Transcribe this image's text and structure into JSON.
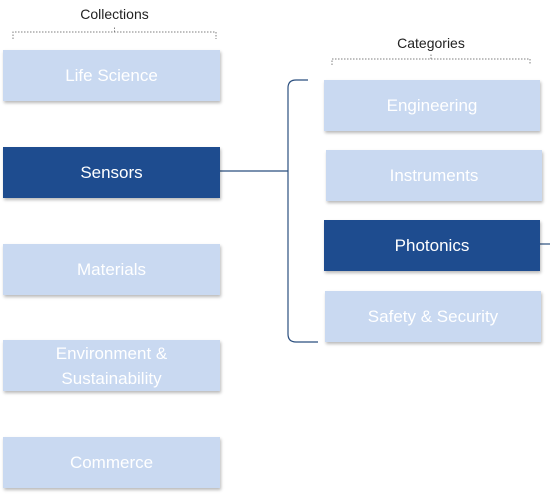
{
  "collections": {
    "heading": "Collections",
    "items": [
      {
        "label": "Life Science",
        "selected": false
      },
      {
        "label": "Sensors",
        "selected": true
      },
      {
        "label": "Materials",
        "selected": false
      },
      {
        "label": "Environment & Sustainability",
        "selected": false
      },
      {
        "label": "Commerce",
        "selected": false
      }
    ]
  },
  "categories": {
    "heading": "Categories",
    "items": [
      {
        "label": "Engineering",
        "selected": false
      },
      {
        "label": "Instruments",
        "selected": false
      },
      {
        "label": "Photonics",
        "selected": true
      },
      {
        "label": "Safety & Security",
        "selected": false
      }
    ]
  },
  "colors": {
    "selected_fill": "#1e4c8f",
    "unselected_fill": "#c9d9f1",
    "label_text": "#ffffff",
    "connector": "#2b4f7f",
    "bracket": "#7f7f7f"
  }
}
